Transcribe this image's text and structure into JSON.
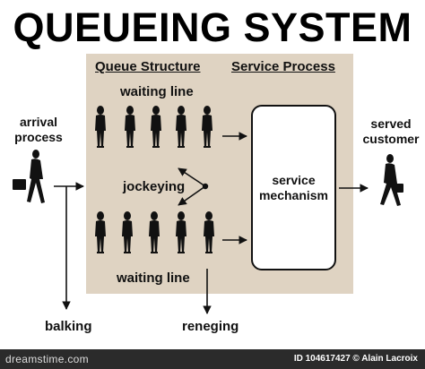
{
  "title": "QUEUEING SYSTEM",
  "panel": {
    "queue_structure": "Queue Structure",
    "service_process": "Service Process",
    "waiting_line_top": "waiting line",
    "waiting_line_bottom": "waiting line",
    "jockeying": "jockeying",
    "service_mechanism_line1": "service",
    "service_mechanism_line2": "mechanism"
  },
  "left": {
    "arrival_line1": "arrival",
    "arrival_line2": "process"
  },
  "right": {
    "served_line1": "served",
    "served_line2": "customer"
  },
  "bottom": {
    "balking": "balking",
    "reneging": "reneging"
  },
  "footer": {
    "brand": "dreamstime.com",
    "credit": "ID 104617427 © Alain Lacroix"
  },
  "colors": {
    "panel": "#dfd3c2",
    "ink": "#111111",
    "footer": "#2b2b2b"
  }
}
